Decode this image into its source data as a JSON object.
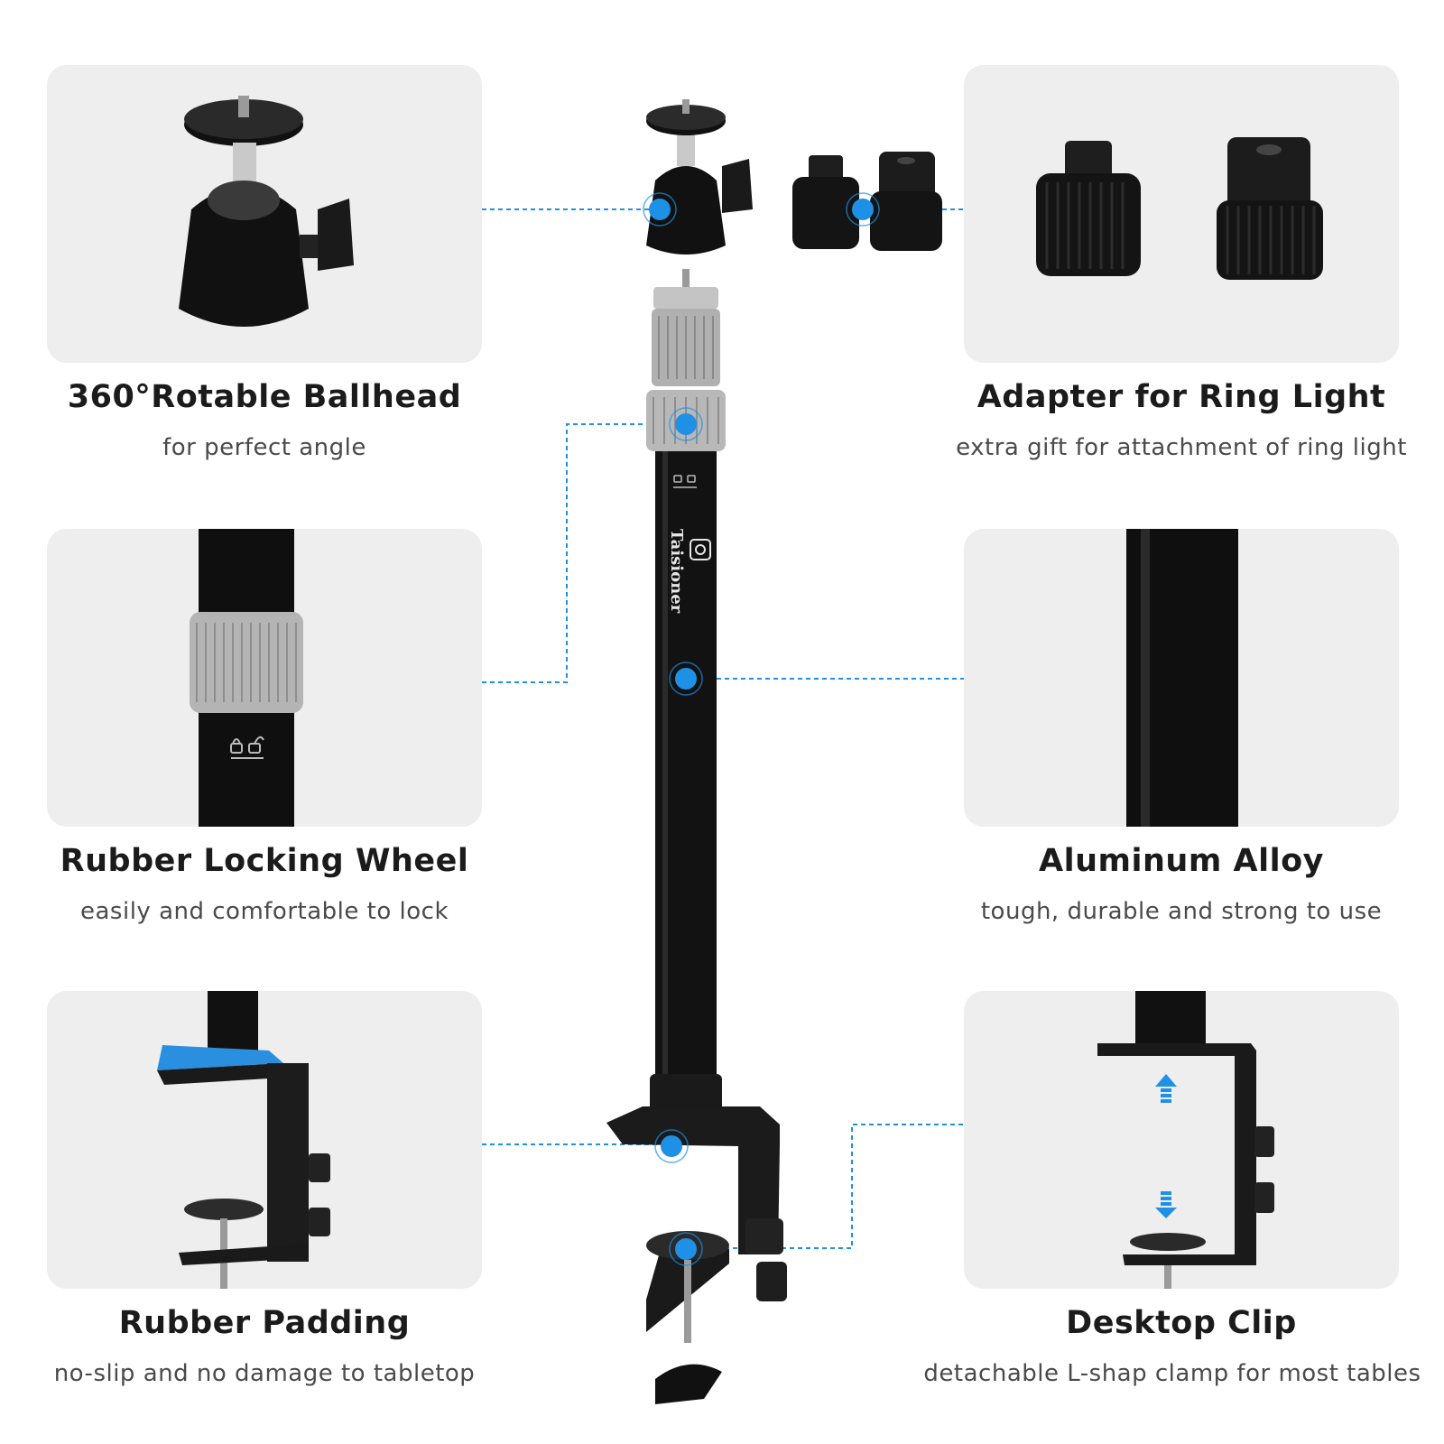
{
  "features": [
    {
      "title": "360°Rotable Ballhead",
      "subtitle": "for perfect angle"
    },
    {
      "title": "Adapter for Ring Light",
      "subtitle": "extra gift for attachment of ring light"
    },
    {
      "title": "Rubber Locking Wheel",
      "subtitle": "easily and comfortable to lock"
    },
    {
      "title": "Aluminum Alloy",
      "subtitle": "tough, durable and strong to use"
    },
    {
      "title": "Rubber Padding",
      "subtitle": "no-slip and no damage to tabletop"
    },
    {
      "title": "Desktop Clip",
      "subtitle": "detachable L-shap clamp for most tables"
    }
  ],
  "brand": "Taisioner",
  "colors": {
    "accent": "#1e90e6",
    "card": "#efeeee",
    "metal": "#151515",
    "silver": "#b9b9b9"
  },
  "icons": [
    "ballhead-icon",
    "adapter-icon",
    "locking-wheel-icon",
    "pole-icon",
    "rubber-pad-clamp-icon",
    "desktop-clip-icon",
    "arrow-up-icon",
    "arrow-down-icon",
    "lock-icon",
    "unlock-icon"
  ]
}
